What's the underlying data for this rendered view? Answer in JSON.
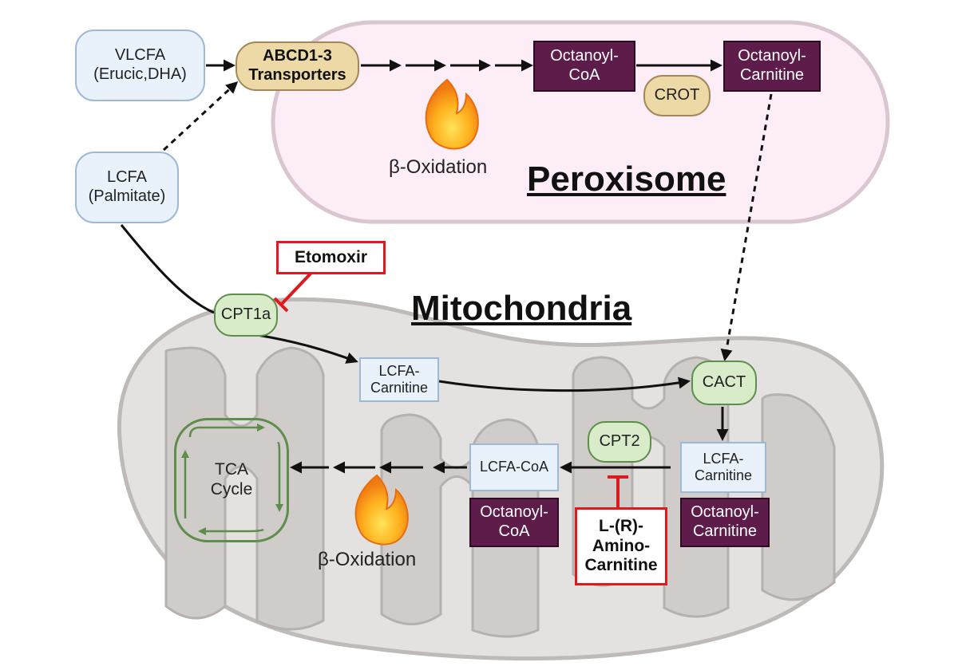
{
  "compartments": {
    "peroxisome_label": "Peroxisome",
    "mitochondria_label": "Mitochondria"
  },
  "nodes": {
    "vlcfa": [
      "VLCFA",
      "(Erucic,DHA)"
    ],
    "lcfa": [
      "LCFA",
      "(Palmitate)"
    ],
    "abcd": [
      "ABCD1-3",
      "Transporters"
    ],
    "perox_octanoyl_coa": [
      "Octanoyl-",
      "CoA"
    ],
    "perox_octanoyl_carnitine": [
      "Octanoyl-",
      "Carnitine"
    ],
    "crot": "CROT",
    "etomoxir": "Etomoxir",
    "cpt1a": "CPT1a",
    "lcfa_carnitine_outer": [
      "LCFA-",
      "Carnitine"
    ],
    "cact": "CACT",
    "lcfa_carnitine_inner": [
      "LCFA-",
      "Carnitine"
    ],
    "mito_octanoyl_carnitine": [
      "Octanoyl-",
      "Carnitine"
    ],
    "cpt2": "CPT2",
    "lcfa_coa": "LCFA-CoA",
    "mito_octanoyl_coa": [
      "Octanoyl-",
      "CoA"
    ],
    "aminocarnitine": [
      "L-(R)-",
      "Amino-",
      "Carnitine"
    ],
    "tca": [
      "TCA",
      "Cycle"
    ]
  },
  "process_labels": {
    "perox_beta_oxidation": "β-Oxidation",
    "mito_beta_oxidation": "β-Oxidation"
  },
  "icons": [
    "flame-icon",
    "tca-cycle-arrows-icon",
    "inhibition-bar-icon"
  ],
  "colors": {
    "peroxisome_fill": "#fcedf6",
    "mitochondria_fill": "#e3e2e1",
    "metabolite_fill": "#5e1c4b",
    "enzyme_fill": "#d8ecc9",
    "transporter_fill": "#ecd9a6",
    "inhibitor_border": "#e0191e"
  }
}
